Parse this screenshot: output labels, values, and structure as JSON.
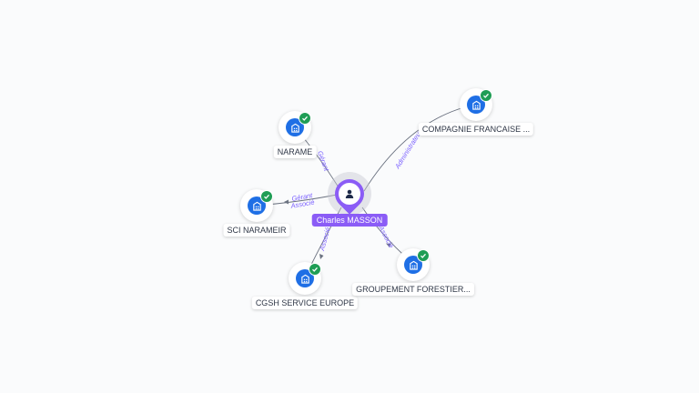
{
  "person": {
    "name": "Charles MASSON",
    "icon": "person-icon",
    "color": "#8b5cf6"
  },
  "companies": [
    {
      "name": "NARAME",
      "icon": "building-icon",
      "verified": true
    },
    {
      "name": "COMPAGNIE FRANCAISE ...",
      "icon": "building-icon",
      "verified": true
    },
    {
      "name": "SCI NARAMEIR",
      "icon": "building-icon",
      "verified": true
    },
    {
      "name": "CGSH SERVICE EUROPE",
      "icon": "building-icon",
      "verified": true
    },
    {
      "name": "GROUPEMENT FORESTIER...",
      "icon": "building-icon",
      "verified": true
    }
  ],
  "edges": [
    {
      "to": "NARAME",
      "label": "Gérant"
    },
    {
      "to": "COMPAGNIE FRANCAISE ...",
      "label": "Administrateur"
    },
    {
      "to": "SCI NARAMEIR",
      "label": "Gérant",
      "label2": "Associé"
    },
    {
      "to": "CGSH SERVICE EUROPE",
      "label": "Associé"
    },
    {
      "to": "GROUPEMENT FORESTIER...",
      "label": "Associé"
    }
  ],
  "colors": {
    "accent": "#8b5cf6",
    "company": "#1f6fe5",
    "verified": "#1f9d55",
    "edge_label": "#7b61ff"
  }
}
